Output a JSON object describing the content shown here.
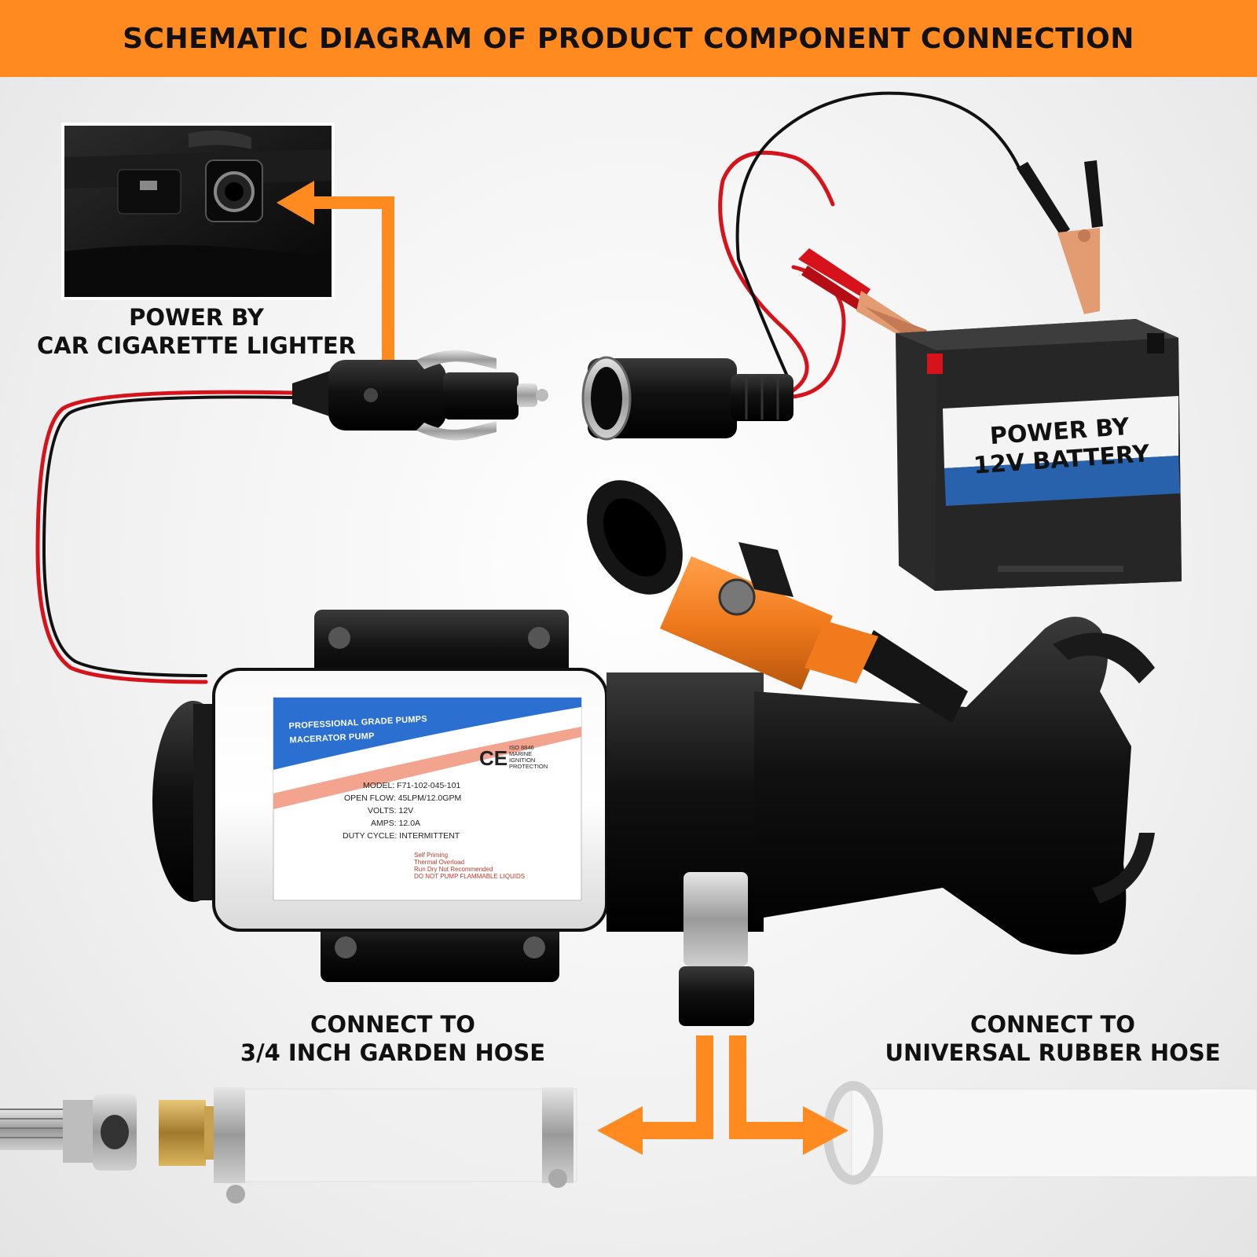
{
  "banner": {
    "title": "SCHEMATIC DIAGRAM OF PRODUCT COMPONENT CONNECTION"
  },
  "labels": {
    "lighter_line1": "POWER BY",
    "lighter_line2": "CAR CIGARETTE  LIGHTER",
    "battery_line1": "POWER BY",
    "battery_line2": "12V BATTERY",
    "garden_line1": "CONNECT TO",
    "garden_line2": "3/4 INCH GARDEN HOSE",
    "rubber_line1": "CONNECT TO",
    "rubber_line2": "UNIVERSAL RUBBER HOSE"
  },
  "pump_label": {
    "title1": "PROFESSIONAL GRADE PUMPS",
    "title2": "MACERATOR PUMP",
    "model": "MODEL: F71-102-045-101",
    "open_flow": "OPEN FLOW: 45LPM/12.0GPM",
    "volts": "VOLTS: 12V",
    "amps": "AMPS: 12.0A",
    "duty": "DUTY CYCLE: INTERMITTENT",
    "ce": "CE",
    "iso": "ISO 8846 MARINE IGNITION PROTECTION",
    "warn1": "Self Priming",
    "warn2": "Thermal Overload",
    "warn3": "Run Dry Not Recommended",
    "warn4": "DO NOT PUMP FLAMMABLE LIQUIDS"
  },
  "colors": {
    "banner": "#ff8a1f",
    "arrow": "#ff8a1f",
    "wire_red": "#d6121b",
    "wire_black": "#111111",
    "valve_orange": "#f07a1c",
    "battery_stripe": "#2862ad"
  }
}
